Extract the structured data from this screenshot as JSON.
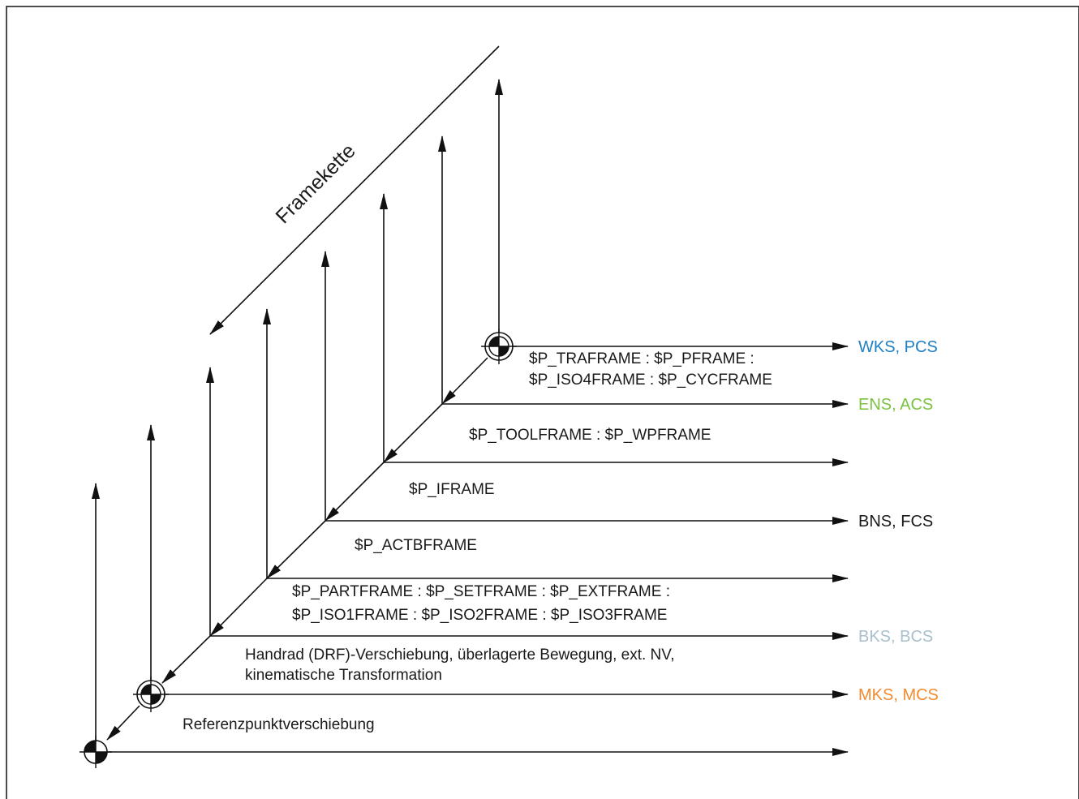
{
  "title": "Framekette",
  "systems": {
    "wks": {
      "label": "WKS, PCS",
      "color": "#1d7fc4"
    },
    "ens": {
      "label": "ENS, ACS",
      "color": "#7cc242"
    },
    "bns": {
      "label": "BNS, FCS",
      "color": "#1a1a1a"
    },
    "bks": {
      "label": "BKS, BCS",
      "color": "#a9bfcc"
    },
    "mks": {
      "label": "MKS, MCS",
      "color": "#f28a30"
    }
  },
  "frames": {
    "traframe_line1": "$P_TRAFRAME : $P_PFRAME :",
    "traframe_line2": "$P_ISO4FRAME : $P_CYCFRAME",
    "toolframe": "$P_TOOLFRAME : $P_WPFRAME",
    "iframe": "$P_IFRAME",
    "actbframe": "$P_ACTBFRAME",
    "partframe_line1": "$P_PARTFRAME : $P_SETFRAME : $P_EXTFRAME :",
    "partframe_line2": "$P_ISO1FRAME : $P_ISO2FRAME : $P_ISO3FRAME",
    "handrad_line1": "Handrad (DRF)-Verschiebung, überlagerte Bewegung, ext. NV,",
    "handrad_line2": "kinematische Transformation",
    "referenz": "Referenzpunktverschiebung"
  }
}
